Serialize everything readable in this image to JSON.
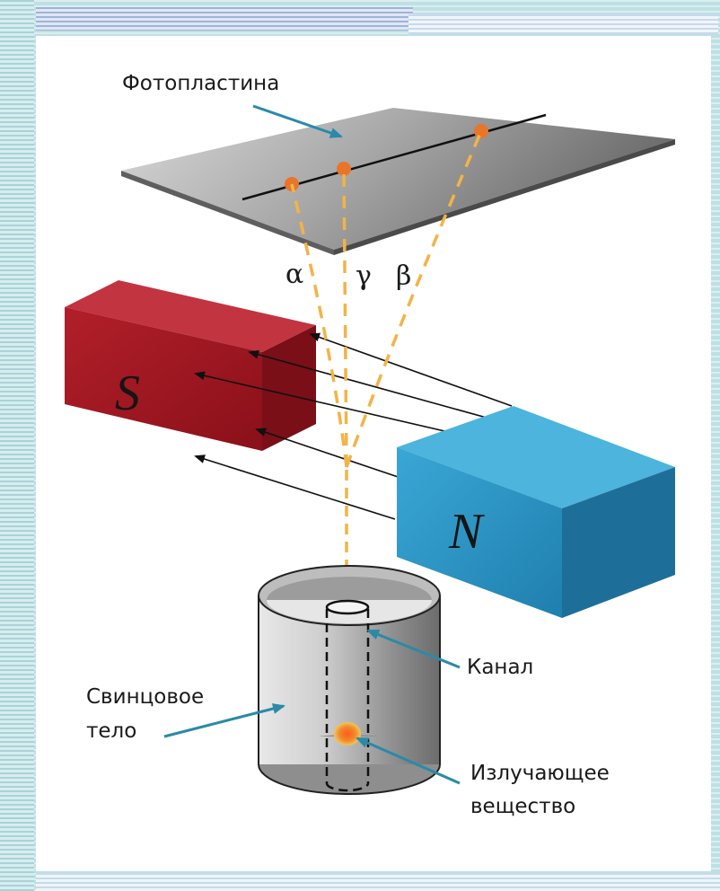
{
  "labels": {
    "photoplate": "Фотопластина",
    "channel": "Канал",
    "lead_body_line1": "Свинцовое",
    "lead_body_line2": "тело",
    "emitter_line1": "Излучающее",
    "emitter_line2": "вещество"
  },
  "rays": {
    "alpha": "α",
    "gamma": "γ",
    "beta": "β"
  },
  "magnets": {
    "south": "S",
    "north": "N"
  },
  "colors": {
    "south_magnet": "#a81b24",
    "north_magnet": "#2a8fbf",
    "ray": "#f2b447",
    "spot": "#e8752a",
    "pointer": "#2a8aa8"
  }
}
